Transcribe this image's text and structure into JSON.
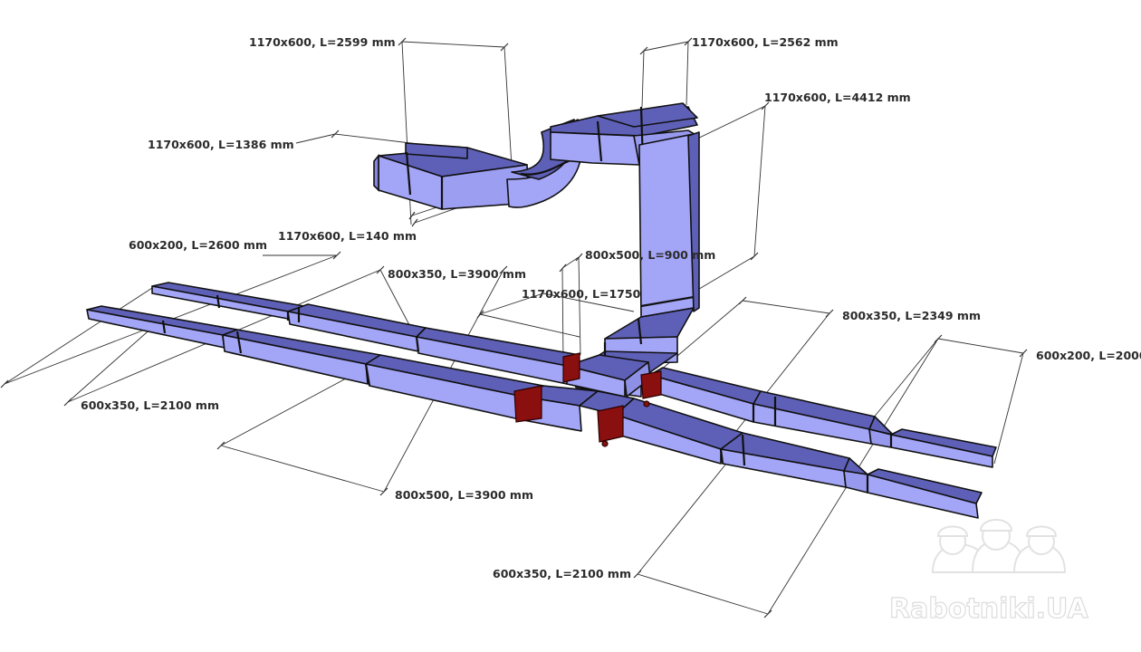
{
  "labels": {
    "l1": "1170x600, L=2599 mm",
    "l2": "1170x600, L=2562 mm",
    "l3": "1170x600, L=4412 mm",
    "l4": "1170x600, L=1386 mm",
    "l5": "1170x600, L=140 mm",
    "l6": "600x200, L=2600 mm",
    "l7": "800x350, L=3900 mm",
    "l8": "800x500, L=900 mm",
    "l9": "1170x600, L=1750",
    "l10": "800x350, L=2349 mm",
    "l11": "600x200, L=2000",
    "l12": "600x350, L=2100 mm",
    "l13": "800x500, L=3900 mm",
    "l14": "600x350, L=2100 mm"
  },
  "watermark": "Rabotniki.UA",
  "colors": {
    "duct_top": "#5e60b8",
    "duct_side": "#a3a5f6",
    "damper": "#8a0f0f"
  }
}
